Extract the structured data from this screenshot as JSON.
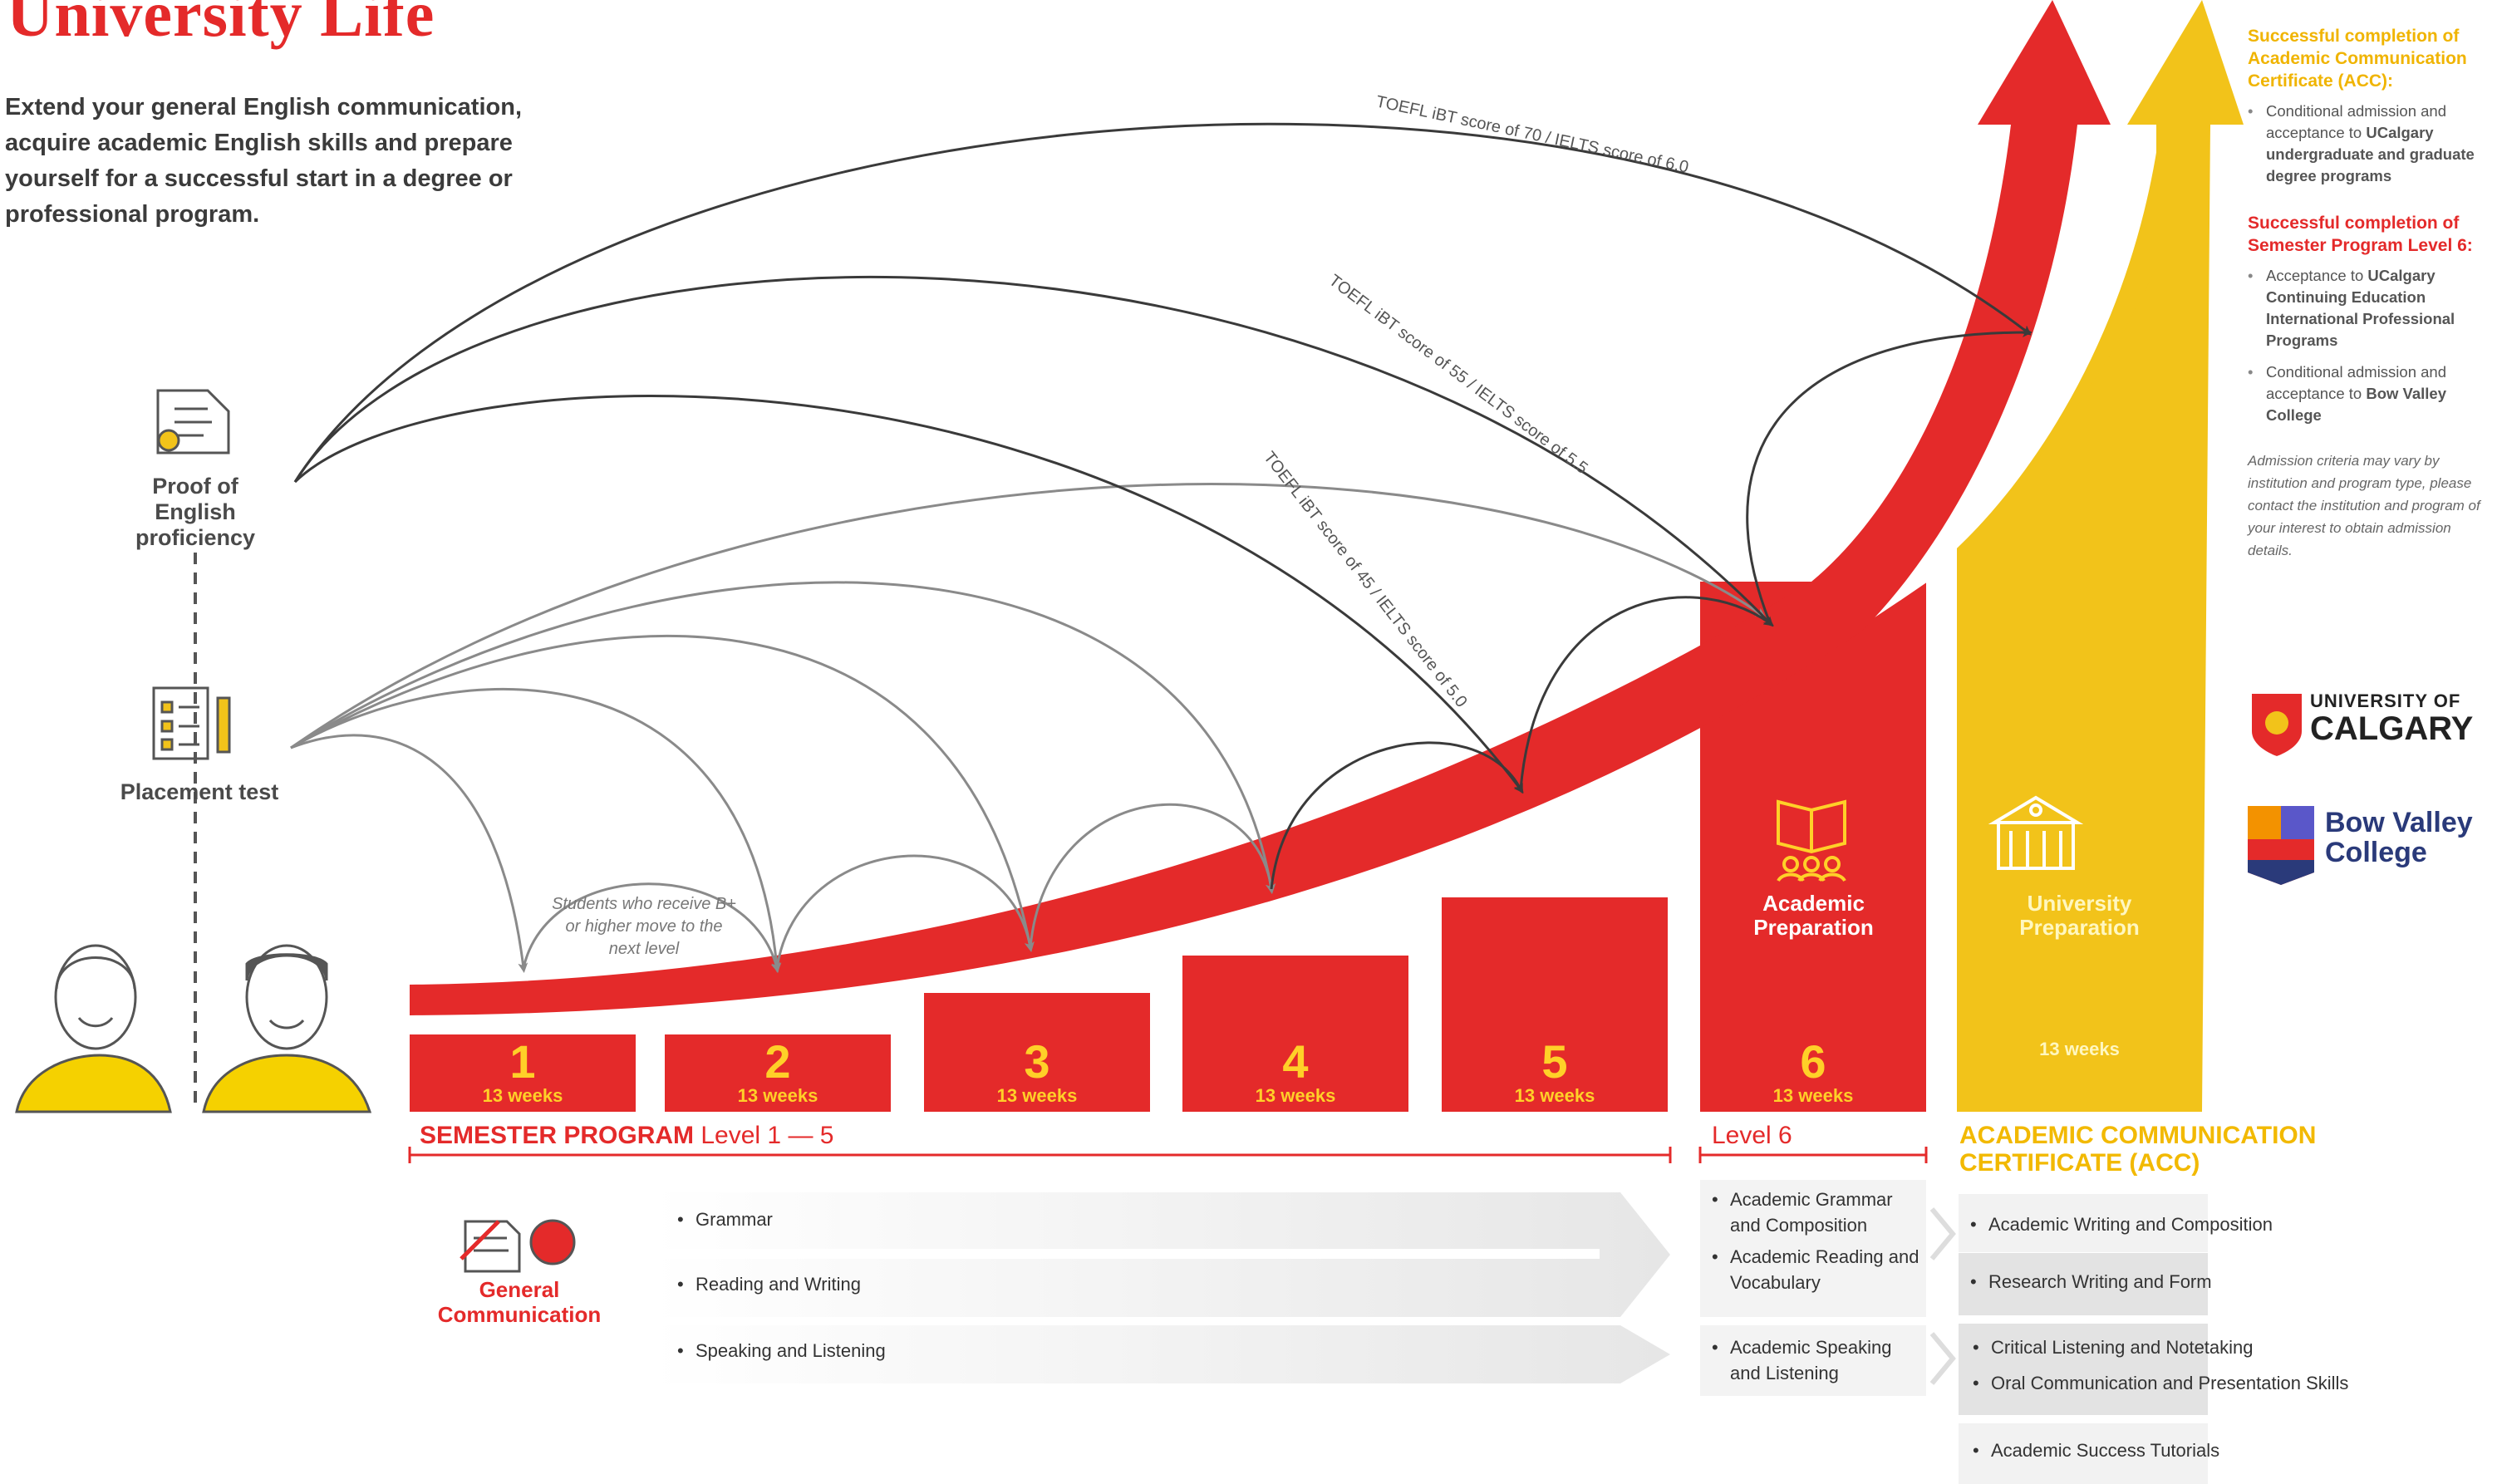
{
  "title": "University Life",
  "intro": "Extend your general English communication, acquire academic English skills and prepare yourself for a successful start in a degree or professional program.",
  "proof_label": "Proof of English proficiency",
  "placement_label": "Placement test",
  "b_plus_note": "Students who receive B+ or higher move to the next level",
  "toefl_70": "TOEFL iBT score of 70 / IELTS score of 6.0",
  "toefl_55": "TOEFL iBT score of 55 / IELTS score of 5.5",
  "toefl_45": "TOEFL iBT score of 45 / IELTS score of 5.0",
  "levels": [
    {
      "num": "1",
      "weeks": "13 weeks"
    },
    {
      "num": "2",
      "weeks": "13 weeks"
    },
    {
      "num": "3",
      "weeks": "13 weeks"
    },
    {
      "num": "4",
      "weeks": "13 weeks"
    },
    {
      "num": "5",
      "weeks": "13 weeks"
    },
    {
      "num": "6",
      "weeks": "13 weeks"
    },
    {
      "num": "",
      "weeks": "13 weeks"
    }
  ],
  "academic_prep": "Academic Preparation",
  "university_prep": "University Preparation",
  "semester_program_bold": "SEMESTER PROGRAM",
  "semester_program_rest": " Level 1 — 5",
  "level6": "Level 6",
  "acc_title": "ACADEMIC COMMUNICATION CERTIFICATE (ACC)",
  "general_comm": "General Communication",
  "general_items": [
    "Grammar",
    "Reading and Writing",
    "Speaking and Listening"
  ],
  "level6_items_a": [
    "Academic Grammar and Composition",
    "Academic Reading and Vocabulary"
  ],
  "level6_items_b": [
    "Academic Speaking and Listening"
  ],
  "acc_items": [
    "Academic Writing and Composition",
    "Research Writing and Form",
    "Critical Listening and Notetaking",
    "Oral Communication and Presentation Skills",
    "Academic Success Tutorials"
  ],
  "right": {
    "acc_heading": "Successful completion of Academic Communication Certificate (ACC):",
    "acc_points": [
      {
        "pre": "Conditional admission and acceptance to ",
        "bold": "UCalgary undergraduate and graduate degree programs"
      }
    ],
    "lvl6_heading": "Successful completion of Semester Program Level 6:",
    "lvl6_points": [
      {
        "pre": "Acceptance to ",
        "bold": "UCalgary Continuing Education International Professional Programs"
      },
      {
        "pre": "Conditional admission and acceptance to ",
        "bold": "Bow Valley College"
      }
    ],
    "note": "Admission criteria may vary by institution and program type, please contact the institution and program of your interest to obtain admission details."
  },
  "logo_ucalgary_top": "UNIVERSITY OF",
  "logo_ucalgary_bottom": "CALGARY",
  "logo_bvc_top": "Bow Valley",
  "logo_bvc_bottom": "College",
  "colors": {
    "red": "#e42a2a",
    "yellow": "#f2c31a",
    "gray": "#8a8a8a",
    "dark": "#3a3a3a"
  }
}
